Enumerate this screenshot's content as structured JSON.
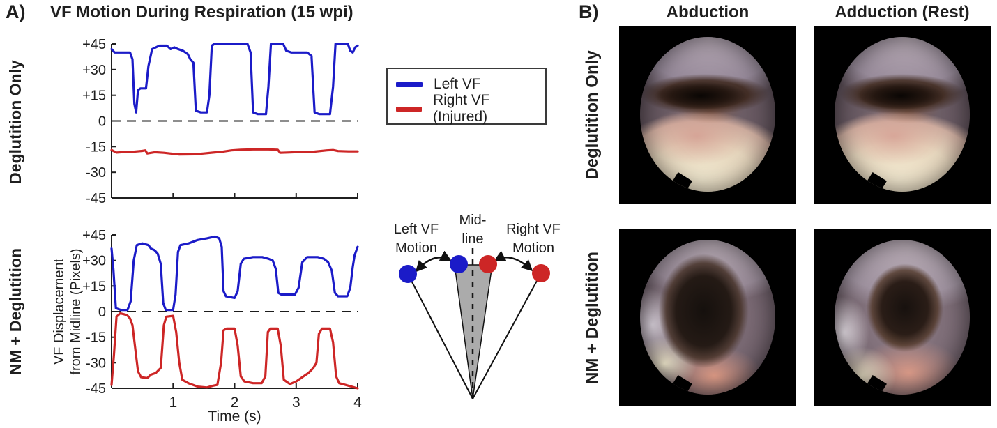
{
  "colors": {
    "left_vf": "#1b1bc8",
    "right_vf": "#cd2626",
    "cone_gray": "#ababab"
  },
  "panel_a": {
    "label": "A)",
    "title": "VF Motion During Respiration (15 wpi)",
    "row_labels": [
      "Deglutition Only",
      "NM + Deglutition"
    ],
    "ylabel_line1": "VF Displacement",
    "ylabel_line2": "from Midline (Pixels)",
    "xlabel": "Time (s)",
    "legend": {
      "items": [
        {
          "label": "Left VF",
          "color": "#1b1bc8"
        },
        {
          "label": "Right VF (Injured)",
          "color": "#cd2626"
        }
      ]
    },
    "diagram": {
      "left_label_line1": "Left VF",
      "left_label_line2": "Motion",
      "mid_label_line1": "Mid-",
      "mid_label_line2": "line",
      "right_label_line1": "Right VF",
      "right_label_line2": "Motion"
    }
  },
  "panel_b": {
    "label": "B)",
    "col_headers": [
      "Abduction",
      "Adduction (Rest)"
    ],
    "row_labels": [
      "Deglutition Only",
      "NM + Deglutition"
    ]
  },
  "chart_data": [
    {
      "type": "line",
      "row": "Deglutition Only",
      "xlim": [
        0,
        4
      ],
      "ylim": [
        -45,
        45
      ],
      "xticks": [
        1,
        2,
        3,
        4
      ],
      "xtick_labels": [
        "1",
        "2",
        "3",
        "4"
      ],
      "show_xtick_labels": false,
      "xlabel": "",
      "yticks": [
        45,
        30,
        15,
        0,
        -15,
        -30,
        -45
      ],
      "ytick_labels": [
        "+45",
        "+30",
        "+15",
        "0",
        "-15",
        "-30",
        "-45"
      ],
      "zero_dashed": true,
      "series": [
        {
          "name": "Left VF",
          "color": "#1b1bc8",
          "points": [
            [
              0,
              42
            ],
            [
              0.05,
              40
            ],
            [
              0.3,
              40
            ],
            [
              0.34,
              36
            ],
            [
              0.37,
              10
            ],
            [
              0.4,
              5
            ],
            [
              0.43,
              18
            ],
            [
              0.47,
              19
            ],
            [
              0.56,
              19
            ],
            [
              0.6,
              32
            ],
            [
              0.66,
              42
            ],
            [
              0.72,
              43
            ],
            [
              0.78,
              44
            ],
            [
              0.9,
              44
            ],
            [
              0.96,
              42
            ],
            [
              1.02,
              43
            ],
            [
              1.08,
              42
            ],
            [
              1.16,
              41
            ],
            [
              1.24,
              39
            ],
            [
              1.28,
              36
            ],
            [
              1.33,
              34
            ],
            [
              1.37,
              6
            ],
            [
              1.45,
              5
            ],
            [
              1.55,
              5
            ],
            [
              1.59,
              15
            ],
            [
              1.63,
              44
            ],
            [
              1.67,
              45
            ],
            [
              2.21,
              45
            ],
            [
              2.26,
              40
            ],
            [
              2.3,
              5
            ],
            [
              2.38,
              4
            ],
            [
              2.51,
              4
            ],
            [
              2.55,
              20
            ],
            [
              2.59,
              45
            ],
            [
              2.79,
              45
            ],
            [
              2.84,
              41
            ],
            [
              2.92,
              40
            ],
            [
              3.18,
              40
            ],
            [
              3.25,
              38
            ],
            [
              3.3,
              5
            ],
            [
              3.38,
              4
            ],
            [
              3.55,
              4
            ],
            [
              3.6,
              20
            ],
            [
              3.64,
              45
            ],
            [
              3.84,
              45
            ],
            [
              3.88,
              41
            ],
            [
              3.92,
              40
            ],
            [
              3.96,
              43
            ],
            [
              4.0,
              44
            ]
          ]
        },
        {
          "name": "Right VF (Injured)",
          "color": "#cd2626",
          "points": [
            [
              0,
              -17
            ],
            [
              0.08,
              -18.5
            ],
            [
              0.2,
              -18.2
            ],
            [
              0.35,
              -18
            ],
            [
              0.5,
              -17.5
            ],
            [
              0.55,
              -17.2
            ],
            [
              0.58,
              -19
            ],
            [
              0.7,
              -18.3
            ],
            [
              0.85,
              -18.6
            ],
            [
              0.95,
              -19
            ],
            [
              1.1,
              -19.6
            ],
            [
              1.35,
              -19.5
            ],
            [
              1.5,
              -19
            ],
            [
              1.65,
              -18.5
            ],
            [
              1.8,
              -18
            ],
            [
              1.95,
              -17.2
            ],
            [
              2.1,
              -16.8
            ],
            [
              2.3,
              -16.6
            ],
            [
              2.55,
              -16.6
            ],
            [
              2.7,
              -16.8
            ],
            [
              2.74,
              -18.6
            ],
            [
              2.9,
              -18.4
            ],
            [
              3.1,
              -18.1
            ],
            [
              3.3,
              -17.9
            ],
            [
              3.5,
              -17.2
            ],
            [
              3.6,
              -17
            ],
            [
              3.68,
              -17.6
            ],
            [
              3.85,
              -17.8
            ],
            [
              4.0,
              -17.8
            ]
          ]
        }
      ]
    },
    {
      "type": "line",
      "row": "NM + Deglutition",
      "xlim": [
        0,
        4
      ],
      "ylim": [
        -45,
        45
      ],
      "xticks": [
        1,
        2,
        3,
        4
      ],
      "xtick_labels": [
        "1",
        "2",
        "3",
        "4"
      ],
      "show_xtick_labels": true,
      "xlabel": "Time (s)",
      "yticks": [
        45,
        30,
        15,
        0,
        -15,
        -30,
        -45
      ],
      "ytick_labels": [
        "+45",
        "+30",
        "+15",
        "0",
        "-15",
        "-30",
        "-45"
      ],
      "zero_dashed": true,
      "series": [
        {
          "name": "Left VF",
          "color": "#1b1bc8",
          "points": [
            [
              0,
              37
            ],
            [
              0.03,
              25
            ],
            [
              0.07,
              2
            ],
            [
              0.15,
              1
            ],
            [
              0.26,
              1
            ],
            [
              0.31,
              6
            ],
            [
              0.36,
              30
            ],
            [
              0.41,
              39
            ],
            [
              0.5,
              40
            ],
            [
              0.6,
              39
            ],
            [
              0.64,
              37
            ],
            [
              0.7,
              36
            ],
            [
              0.75,
              34
            ],
            [
              0.8,
              28
            ],
            [
              0.84,
              5
            ],
            [
              0.88,
              1
            ],
            [
              1.0,
              1
            ],
            [
              1.04,
              10
            ],
            [
              1.08,
              35
            ],
            [
              1.12,
              39
            ],
            [
              1.25,
              40
            ],
            [
              1.4,
              42
            ],
            [
              1.55,
              43
            ],
            [
              1.68,
              44
            ],
            [
              1.75,
              43
            ],
            [
              1.79,
              38
            ],
            [
              1.82,
              12
            ],
            [
              1.86,
              9
            ],
            [
              2.0,
              8
            ],
            [
              2.05,
              12
            ],
            [
              2.1,
              28
            ],
            [
              2.15,
              31
            ],
            [
              2.3,
              32
            ],
            [
              2.45,
              32
            ],
            [
              2.55,
              31
            ],
            [
              2.62,
              30
            ],
            [
              2.67,
              25
            ],
            [
              2.71,
              11
            ],
            [
              2.76,
              10
            ],
            [
              2.98,
              10
            ],
            [
              3.04,
              14
            ],
            [
              3.1,
              29
            ],
            [
              3.18,
              32
            ],
            [
              3.35,
              32
            ],
            [
              3.45,
              31
            ],
            [
              3.52,
              29
            ],
            [
              3.58,
              24
            ],
            [
              3.63,
              11
            ],
            [
              3.68,
              9
            ],
            [
              3.83,
              9
            ],
            [
              3.88,
              14
            ],
            [
              3.92,
              26
            ],
            [
              3.95,
              33
            ],
            [
              3.98,
              36
            ],
            [
              4.0,
              38
            ]
          ]
        },
        {
          "name": "Right VF (Injured)",
          "color": "#cd2626",
          "points": [
            [
              0,
              -43
            ],
            [
              0.04,
              -25
            ],
            [
              0.08,
              -3
            ],
            [
              0.14,
              -1
            ],
            [
              0.25,
              -2
            ],
            [
              0.3,
              -4
            ],
            [
              0.34,
              -8
            ],
            [
              0.38,
              -20
            ],
            [
              0.43,
              -35
            ],
            [
              0.48,
              -38.5
            ],
            [
              0.58,
              -39
            ],
            [
              0.64,
              -37
            ],
            [
              0.72,
              -36
            ],
            [
              0.8,
              -33
            ],
            [
              0.85,
              -8
            ],
            [
              0.89,
              -3
            ],
            [
              1.0,
              -2.5
            ],
            [
              1.05,
              -12
            ],
            [
              1.1,
              -30
            ],
            [
              1.15,
              -40
            ],
            [
              1.25,
              -42
            ],
            [
              1.4,
              -44
            ],
            [
              1.55,
              -44.5
            ],
            [
              1.65,
              -43.5
            ],
            [
              1.72,
              -43
            ],
            [
              1.78,
              -30
            ],
            [
              1.82,
              -11
            ],
            [
              1.87,
              -10
            ],
            [
              2.0,
              -10
            ],
            [
              2.05,
              -20
            ],
            [
              2.1,
              -38
            ],
            [
              2.16,
              -41
            ],
            [
              2.3,
              -42
            ],
            [
              2.44,
              -42
            ],
            [
              2.5,
              -38
            ],
            [
              2.54,
              -12
            ],
            [
              2.58,
              -10
            ],
            [
              2.7,
              -10
            ],
            [
              2.75,
              -20
            ],
            [
              2.8,
              -40
            ],
            [
              2.9,
              -42.5
            ],
            [
              3.0,
              -41
            ],
            [
              3.1,
              -38.5
            ],
            [
              3.2,
              -36
            ],
            [
              3.28,
              -33
            ],
            [
              3.33,
              -30
            ],
            [
              3.37,
              -13
            ],
            [
              3.42,
              -10
            ],
            [
              3.55,
              -10
            ],
            [
              3.6,
              -18
            ],
            [
              3.65,
              -38
            ],
            [
              3.7,
              -42
            ],
            [
              3.8,
              -43
            ],
            [
              3.9,
              -44
            ],
            [
              4.0,
              -45
            ]
          ]
        }
      ]
    }
  ]
}
